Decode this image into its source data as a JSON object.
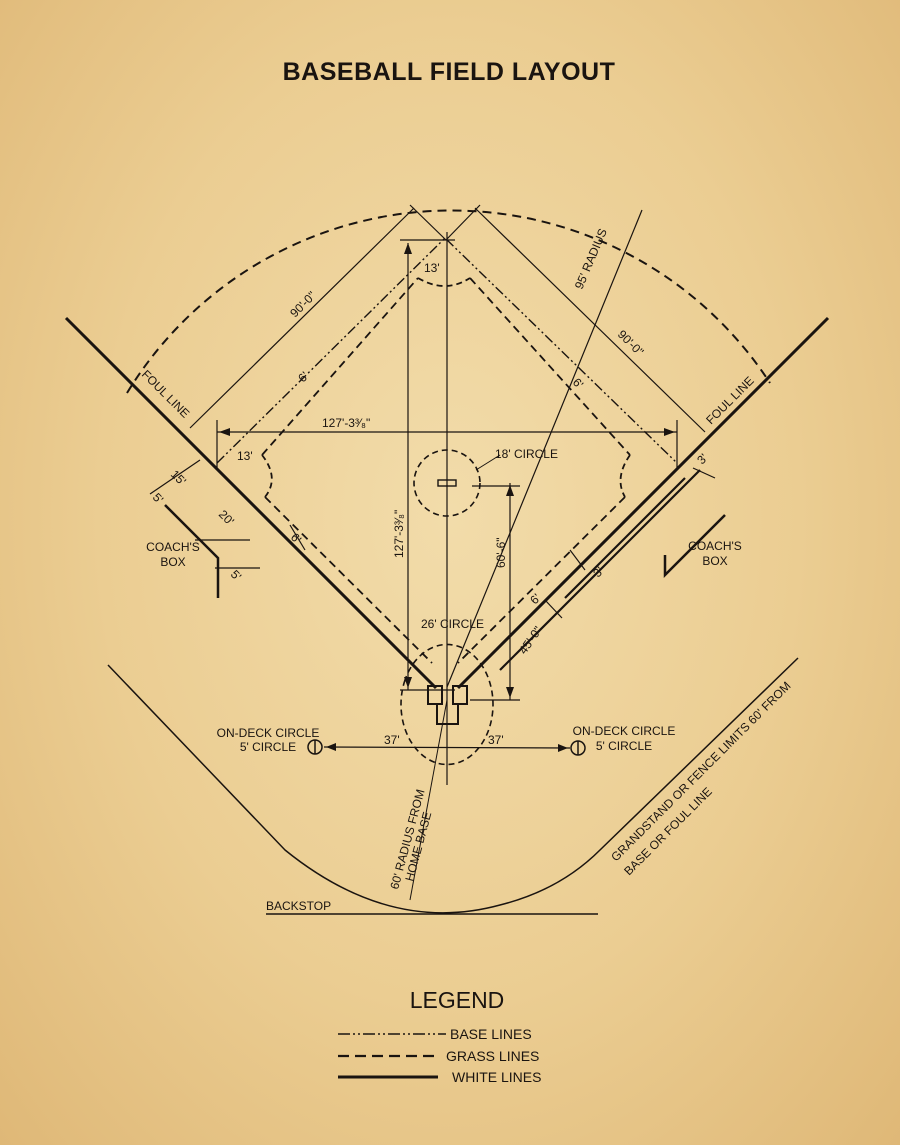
{
  "title": "BASEBALL FIELD LAYOUT",
  "labels": {
    "foul_line_left": "FOUL LINE",
    "foul_line_right": "FOUL LINE",
    "coach_box_left_1": "COACH'S",
    "coach_box_left_2": "BOX",
    "coach_box_right_1": "COACH'S",
    "coach_box_right_2": "BOX",
    "ondeck_left_1": "ON-DECK CIRCLE",
    "ondeck_left_2": "5' CIRCLE",
    "ondeck_right_1": "ON-DECK CIRCLE",
    "ondeck_right_2": "5' CIRCLE",
    "backstop": "BACKSTOP",
    "radius_home_1": "60' RADIUS FROM",
    "radius_home_2": "HOME BASE",
    "grandstand_1": "GRANDSTAND OR FENCE LIMITS 60' FROM",
    "grandstand_2": "BASE OR FOUL LINE",
    "circle_18": "18' CIRCLE",
    "circle_26": "26' CIRCLE",
    "radius_95": "95' RADIUS"
  },
  "dimensions": {
    "base_left": "90'-0\"",
    "base_right": "90'-0\"",
    "diag_horizontal": "127'-3³⁄₈\"",
    "diag_vertical": "127'-3³⁄₈\"",
    "pitch_distance": "60'-6\"",
    "first_base_45": "45'-0\"",
    "radius_13_top": "13'",
    "radius_13_left": "13'",
    "six_top_left": "6'",
    "six_top_right": "6'",
    "six_lower_left": "6'",
    "six_lower_right": "6'",
    "three_right": "3'",
    "three_lower": "3'",
    "fifteen": "15'",
    "five_left": "5'",
    "twenty": "20'",
    "five_bottom": "5'",
    "ondeck_left": "37'",
    "ondeck_right": "37'"
  },
  "legend": {
    "title": "LEGEND",
    "base_lines": "BASE LINES",
    "grass_lines": "GRASS LINES",
    "white_lines": "WHITE LINES"
  }
}
